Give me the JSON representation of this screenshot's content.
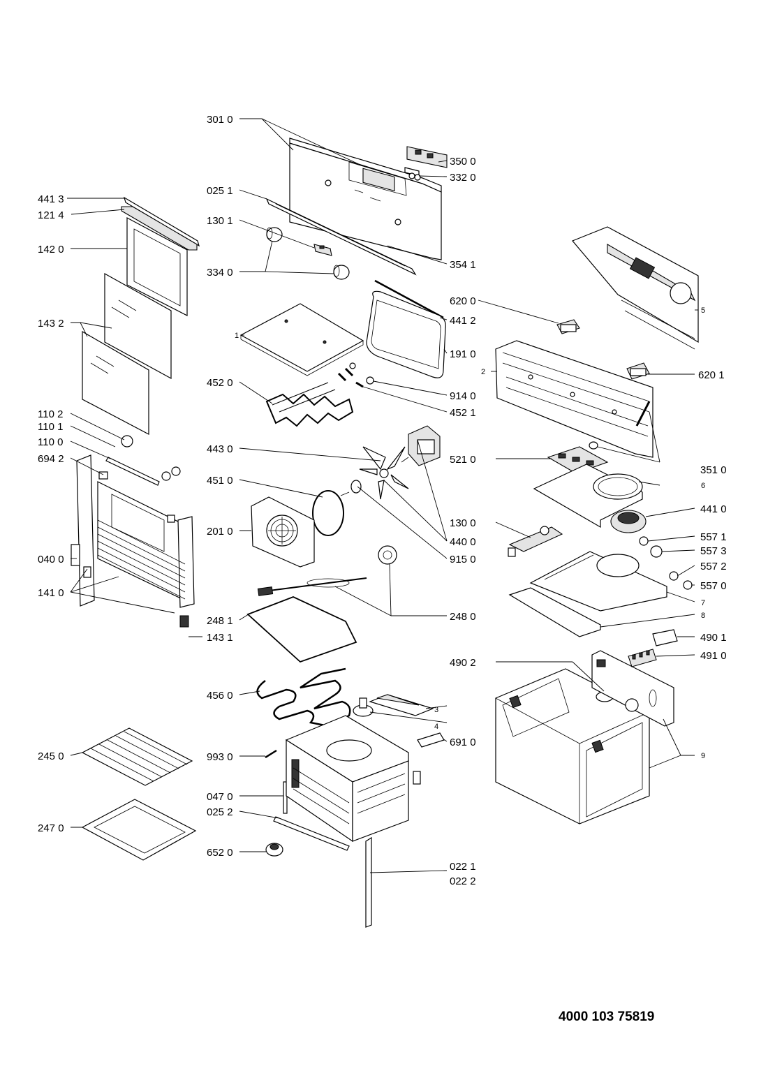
{
  "document_number": "4000 103 75819",
  "labels": {
    "l3010": "301 0",
    "l3500": "350 0",
    "l3320": "332 0",
    "l0251": "025 1",
    "l1301": "130 1",
    "l3541": "354 1",
    "l3340": "334 0",
    "l6200": "620 0",
    "l4412": "441 2",
    "l1910": "191 0",
    "l6201": "620 1",
    "l4520": "452 0",
    "l9140": "914 0",
    "l4521": "452 1",
    "l4430": "443 0",
    "l3510": "351 0",
    "l5210": "521 0",
    "l4510": "451 0",
    "l4410": "441 0",
    "l2010": "201 0",
    "l1300": "130 0",
    "l4400": "440 0",
    "l5571": "557 1",
    "l5573": "557 3",
    "l9150": "915 0",
    "l5572": "557 2",
    "l5570": "557 0",
    "l2481": "248 1",
    "l2480": "248 0",
    "l4901": "490 1",
    "l4910": "491 0",
    "l4902": "490 2",
    "l4560": "456 0",
    "l6910": "691 0",
    "l9930": "993 0",
    "l0470": "047 0",
    "l0252": "025 2",
    "l6520": "652 0",
    "l0221": "022 1",
    "l0222": "022 2",
    "l4413": "441 3",
    "l1214": "121 4",
    "l1420": "142 0",
    "l1432": "143 2",
    "l1102": "110 2",
    "l1101": "110 1",
    "l1100": "110 0",
    "l6942": "694 2",
    "l0400": "040 0",
    "l1410": "141 0",
    "l1431": "143 1",
    "l2450": "245 0",
    "l2470": "247 0",
    "n1": "1",
    "n2": "2",
    "n3": "3",
    "n4": "4",
    "n5": "5",
    "n6": "6",
    "n7": "7",
    "n8": "8",
    "n9": "9"
  }
}
